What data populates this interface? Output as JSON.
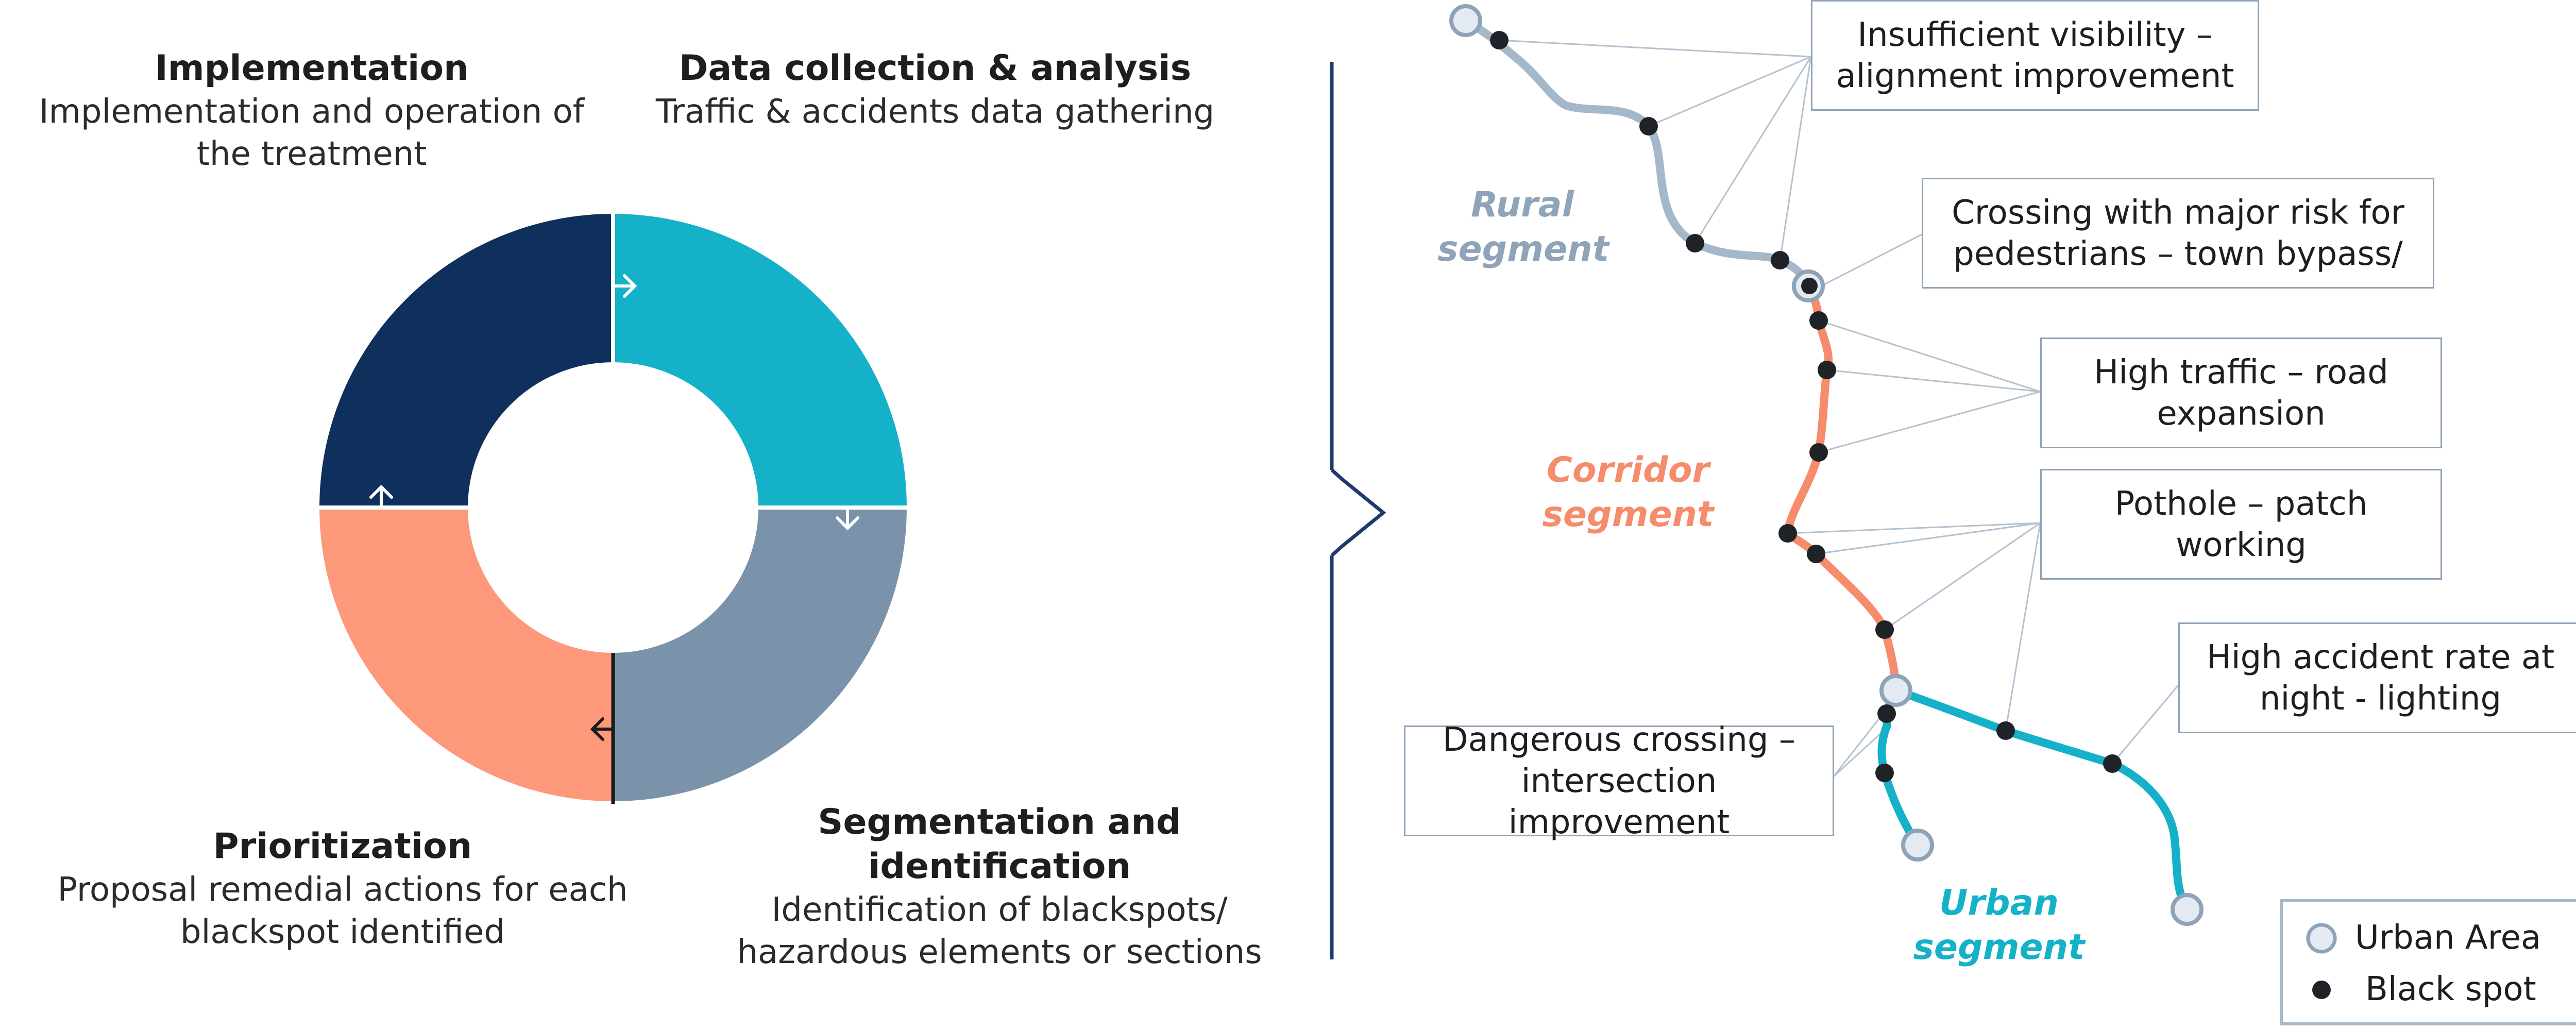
{
  "cycle": {
    "implementation": {
      "title": "Implementation",
      "desc": "Implementation and operation of the treatment"
    },
    "data_collection": {
      "title": "Data collection & analysis",
      "desc": "Traffic & accidents data gathering"
    },
    "segmentation": {
      "title": "Segmentation and identification",
      "desc": "Identification of blackspots/ hazardous elements or sections"
    },
    "prioritization": {
      "title": "Prioritization",
      "desc": "Proposal remedial actions for each blackspot identified"
    },
    "colors": {
      "implementation": "#0f2f5c",
      "data_collection": "#14b1c9",
      "segmentation": "#7b93aa",
      "prioritization": "#fd987a"
    }
  },
  "map": {
    "segments": {
      "rural": {
        "label": "Rural segment",
        "color": "#a5b8ca",
        "text_color": "#8fa4b8"
      },
      "corridor": {
        "label": "Corridor segment",
        "color": "#f58c6c",
        "text_color": "#f58c6c"
      },
      "urban": {
        "label": "Urban segment",
        "color": "#14b1c9",
        "text_color": "#14b1c9"
      }
    },
    "callouts": [
      "Insufficient visibility – alignment improvement",
      "Crossing with major risk for pedestrians – town bypass/",
      "High traffic – road expansion",
      "Pothole – patch working",
      "High accident rate at night - lighting",
      "Dangerous crossing – intersection improvement"
    ],
    "legend": {
      "urban_area": "Urban Area",
      "black_spot": "Black spot"
    }
  }
}
